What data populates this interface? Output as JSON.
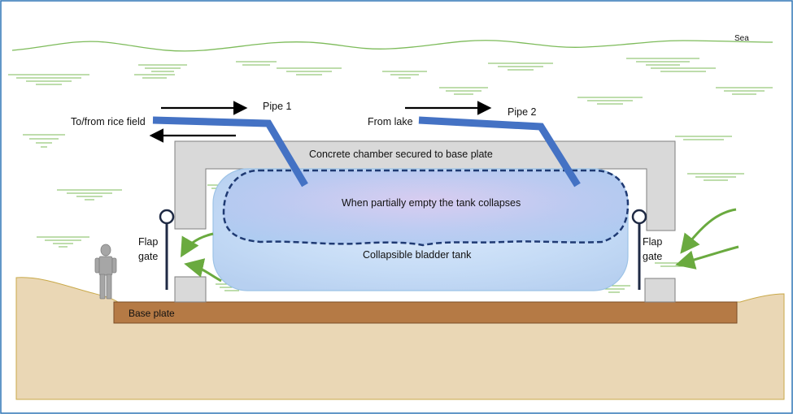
{
  "labels": {
    "sea": "Sea",
    "pipe1": "Pipe 1",
    "pipe2": "Pipe 2",
    "rice_field": "To/from rice field",
    "from_lake": "From lake",
    "chamber": "Concrete chamber secured to base plate",
    "collapse_note": "When partially empty the tank collapses",
    "bladder": "Collapsible bladder  tank",
    "flap_gate_left_1": "Flap",
    "flap_gate_left_2": "gate",
    "flap_gate_right_1": "Flap",
    "flap_gate_right_2": "gate",
    "base_plate": "Base plate"
  },
  "colors": {
    "sea_line": "#7dbb5a",
    "arrow_green": "#6aaa3f",
    "pipe": "#4472c4",
    "tank_outline": "#1f3a73",
    "concrete": "#d9d9d9",
    "base_plate": "#b57a45",
    "ground": "#ead7b5",
    "frame": "#2e75b6"
  }
}
